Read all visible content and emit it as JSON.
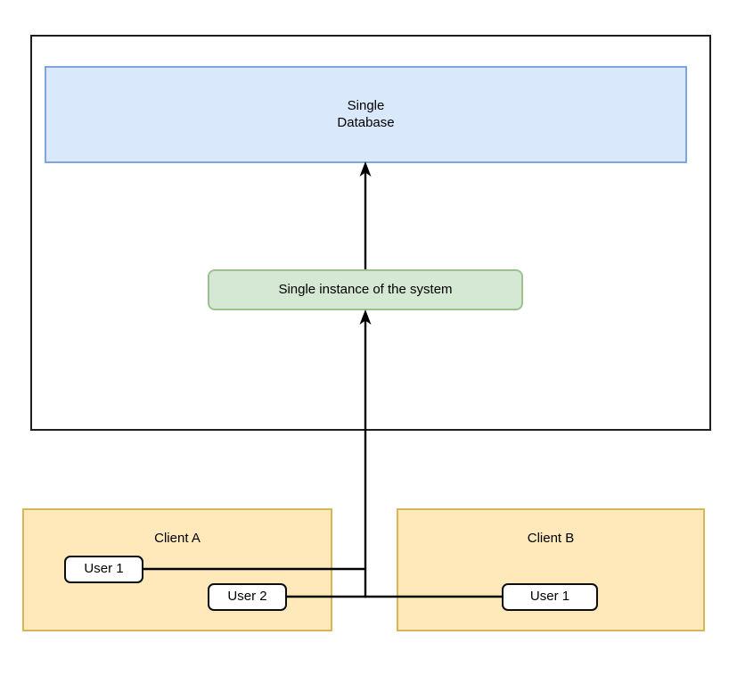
{
  "diagram": {
    "title_text": "",
    "colors": {
      "database_fill": "#dae8fc",
      "database_stroke": "#7ea6dc",
      "instance_fill": "#d5e8d4",
      "instance_stroke": "#9cc18f",
      "client_fill": "#ffe9bb",
      "client_stroke": "#d6b656",
      "user_fill": "#ffffff",
      "user_stroke": "#0d0d0d",
      "container_stroke": "#1f1f1f",
      "edge_stroke": "#000000",
      "background": "#ffffff"
    }
  },
  "system": {
    "container_label": "",
    "database": {
      "line1": "Single",
      "line2": "Database"
    },
    "instance": {
      "label": "Single instance of the system"
    }
  },
  "clients": [
    {
      "id": "client-a",
      "label": "Client A",
      "users": [
        {
          "id": "user-a1",
          "label": "User 1"
        },
        {
          "id": "user-a2",
          "label": "User 2"
        }
      ]
    },
    {
      "id": "client-b",
      "label": "Client B",
      "users": [
        {
          "id": "user-b1",
          "label": "User 1"
        }
      ]
    }
  ],
  "connections": [
    {
      "id": "instance-to-database",
      "from": "Single instance of the system",
      "to": "Single Database",
      "direction": "up"
    },
    {
      "id": "users-to-instance",
      "from": "Client users",
      "to": "Single instance of the system",
      "direction": "up"
    },
    {
      "id": "user-a1-to-trunk",
      "from": "User 1 (Client A)",
      "to": "trunk",
      "direction": "right"
    },
    {
      "id": "user-a2-to-trunk",
      "from": "User 2 (Client A)",
      "to": "trunk",
      "direction": "right"
    },
    {
      "id": "user-b1-to-trunk",
      "from": "User 1 (Client B)",
      "to": "trunk",
      "direction": "left"
    }
  ]
}
